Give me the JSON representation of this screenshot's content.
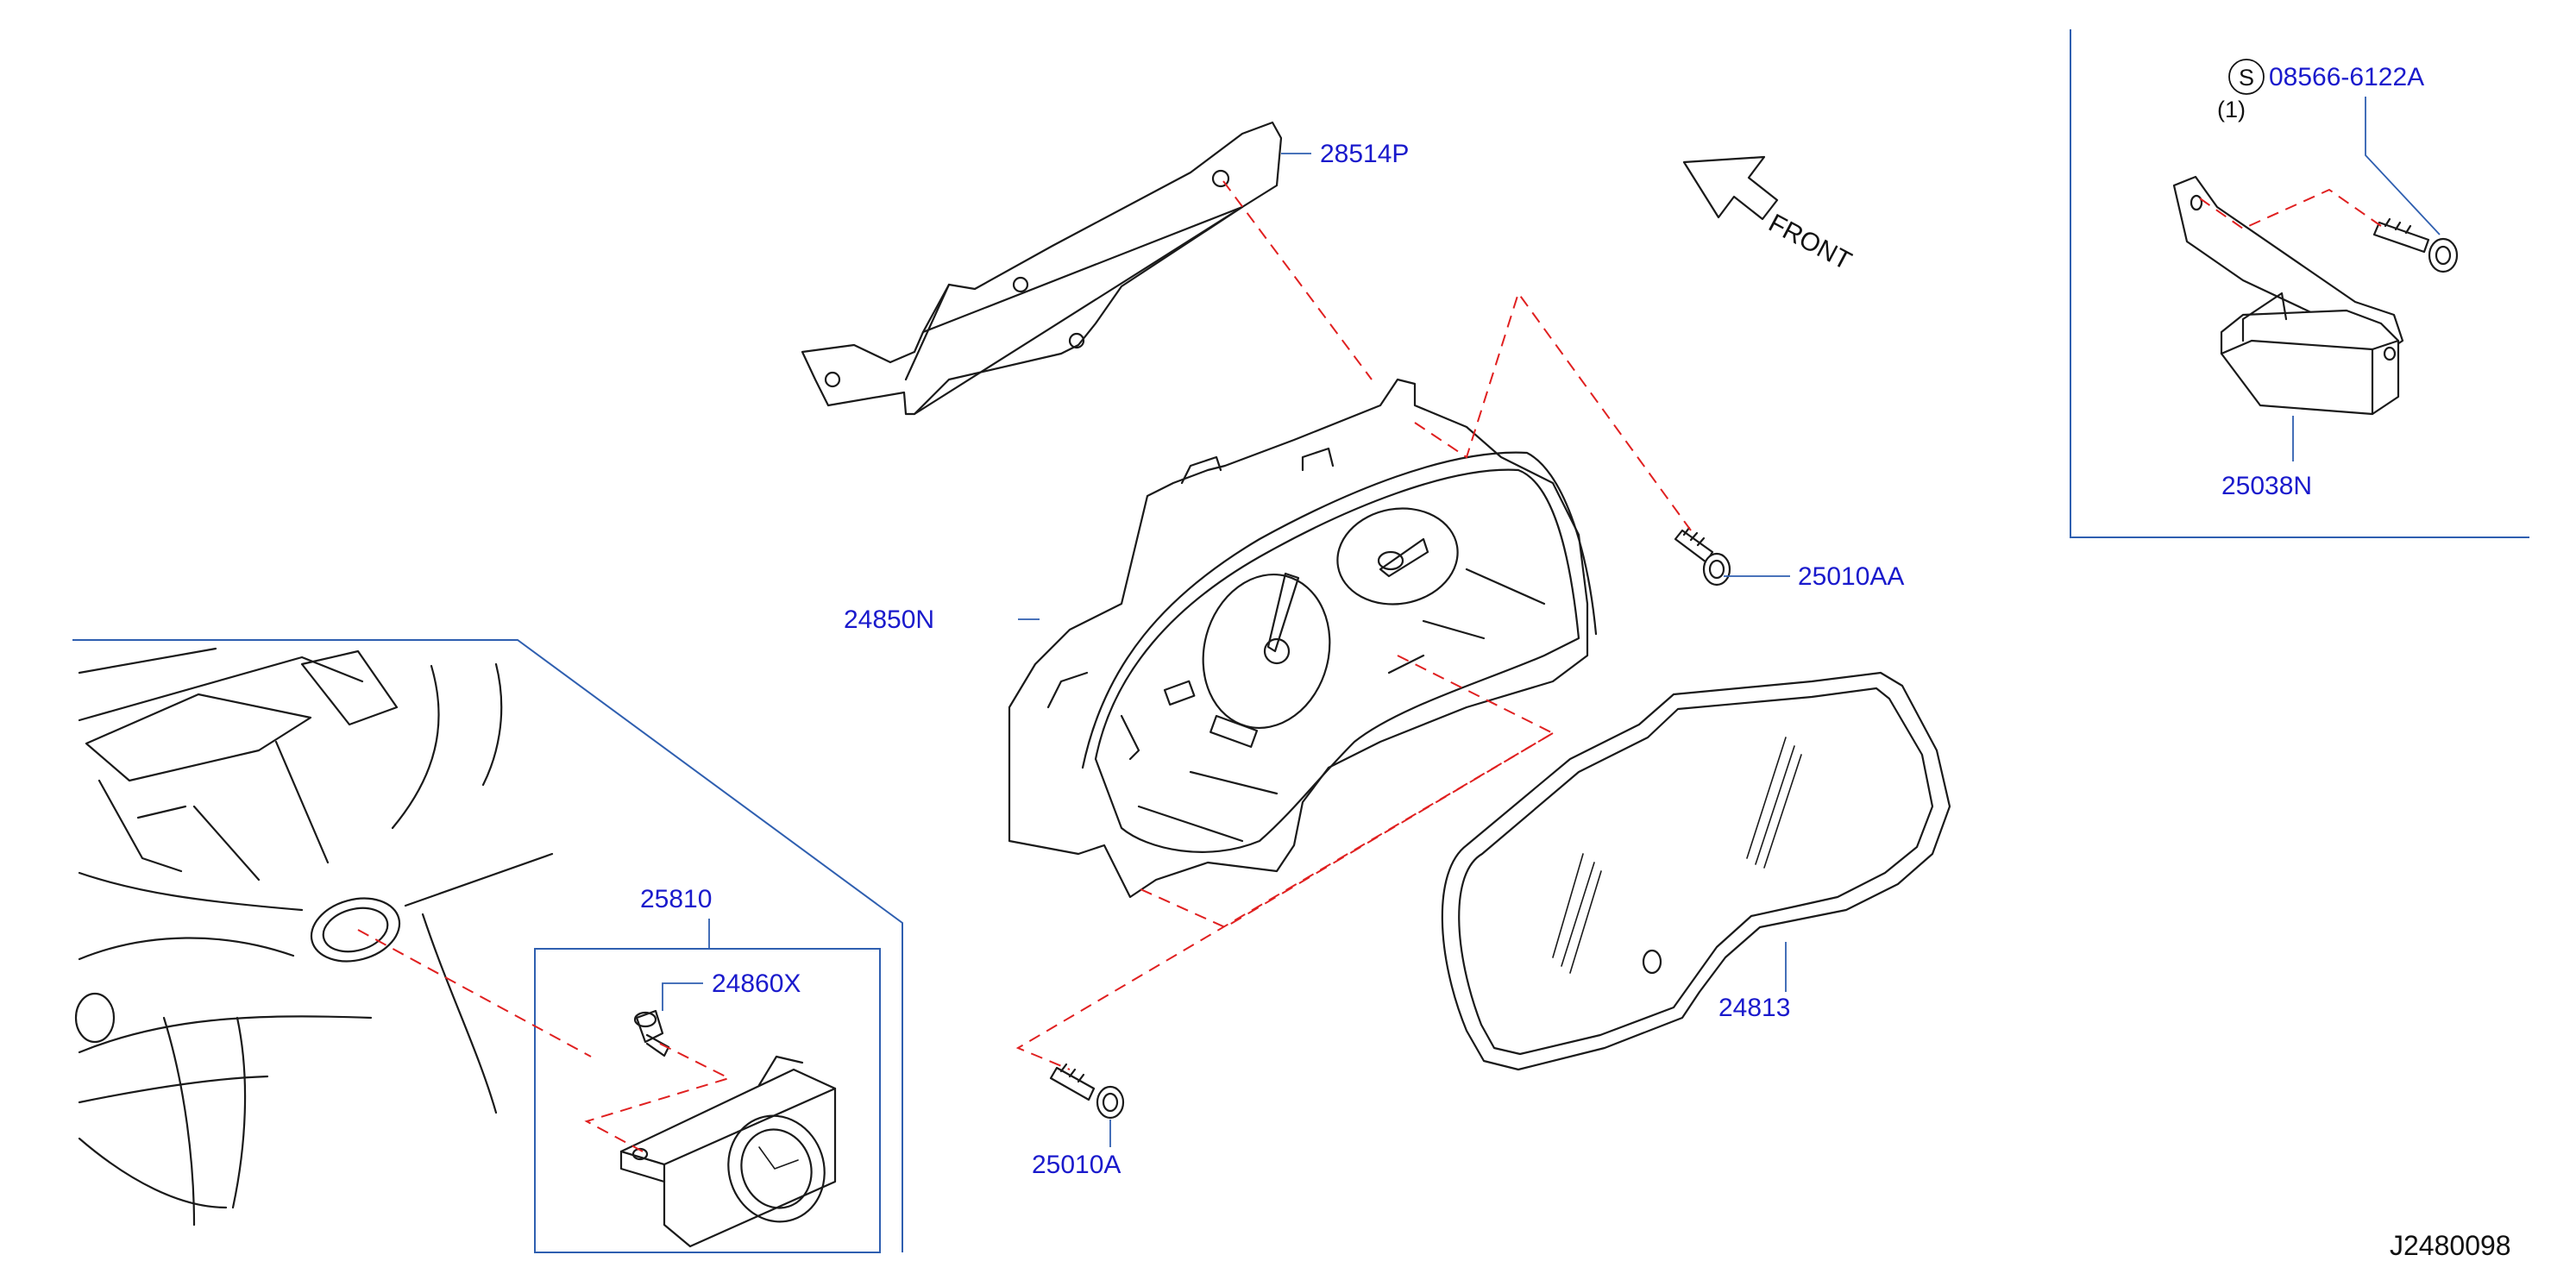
{
  "parts": {
    "meter_hood_bracket": "28514P",
    "combination_meter": "24850N",
    "screw_aa": "25010AA",
    "meter_glass": "24813",
    "screw_a": "25010A",
    "clock_assy": "25810",
    "clock_bulb": "24860X",
    "sensor_unit": "25038N",
    "bolt": "08566-6122A"
  },
  "notes": {
    "standard_symbol": "S",
    "bolt_quantity": "(1)",
    "front_arrow": "FRONT"
  },
  "diagram_ref": "J2480098",
  "colors": {
    "label": "#1a1acc",
    "leader": "#2f5fb0",
    "dashed_link": "#e02020",
    "line_art": "#1a1a1a"
  }
}
